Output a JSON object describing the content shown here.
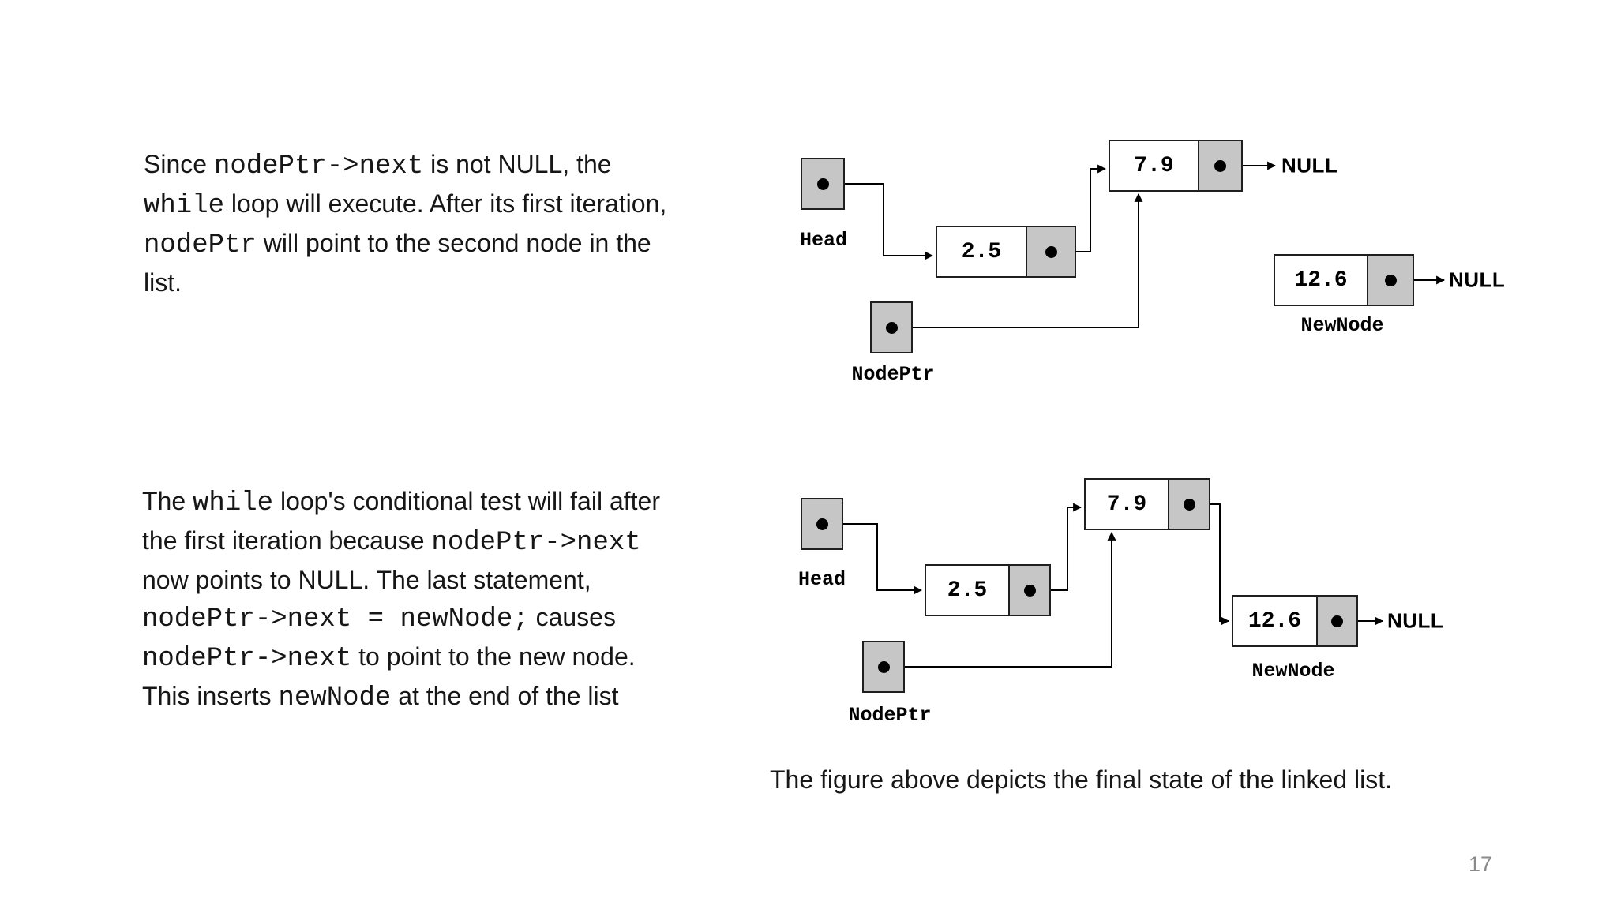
{
  "colors": {
    "background": "#ffffff",
    "text": "#161616",
    "diagram_box_gray": "#c6c6c6",
    "diagram_line": "#000000",
    "page_number_gray": "#8a8a8a"
  },
  "paragraph1": {
    "lines": [
      {
        "segments": [
          {
            "text": "Since ",
            "code": false
          },
          {
            "text": "nodePtr->next",
            "code": true
          },
          {
            "text": " is not NULL, the",
            "code": false
          }
        ]
      },
      {
        "segments": [
          {
            "text": "while",
            "code": true
          },
          {
            "text": " loop will execute. After its first iteration,",
            "code": false
          }
        ]
      },
      {
        "segments": [
          {
            "text": "nodePtr",
            "code": true
          },
          {
            "text": " will point to the second node in the",
            "code": false
          }
        ]
      },
      {
        "segments": [
          {
            "text": "list.",
            "code": false
          }
        ]
      }
    ]
  },
  "paragraph2": {
    "lines": [
      {
        "segments": [
          {
            "text": "The ",
            "code": false
          },
          {
            "text": "while",
            "code": true
          },
          {
            "text": " loop's conditional test will fail after",
            "code": false
          }
        ]
      },
      {
        "segments": [
          {
            "text": "the first iteration because ",
            "code": false
          },
          {
            "text": "nodePtr->next",
            "code": true
          }
        ]
      },
      {
        "segments": [
          {
            "text": "now points to NULL. The last statement,",
            "code": false
          }
        ]
      },
      {
        "segments": [
          {
            "text": "nodePtr->next = newNode;",
            "code": true
          },
          {
            "text": " causes",
            "code": false
          }
        ]
      },
      {
        "segments": [
          {
            "text": "nodePtr->next",
            "code": true
          },
          {
            "text": " to point to the new node.",
            "code": false
          }
        ]
      },
      {
        "segments": [
          {
            "text": "This inserts ",
            "code": false
          },
          {
            "text": "newNode",
            "code": true
          },
          {
            "text": " at the end of the list",
            "code": false
          }
        ]
      }
    ]
  },
  "caption": "The figure above depicts the final state of the linked list.",
  "page_number": "17",
  "figure1": {
    "head_label": "Head",
    "nodeptr_label": "NodePtr",
    "newnode_label": "NewNode",
    "node1_value": "2.5",
    "node2_value": "7.9",
    "newnode_value": "12.6",
    "node2_null_label": "NULL",
    "newnode_null_label": "NULL"
  },
  "figure2": {
    "head_label": "Head",
    "nodeptr_label": "NodePtr",
    "newnode_label": "NewNode",
    "node1_value": "2.5",
    "node2_value": "7.9",
    "newnode_value": "12.6",
    "newnode_null_label": "NULL"
  }
}
